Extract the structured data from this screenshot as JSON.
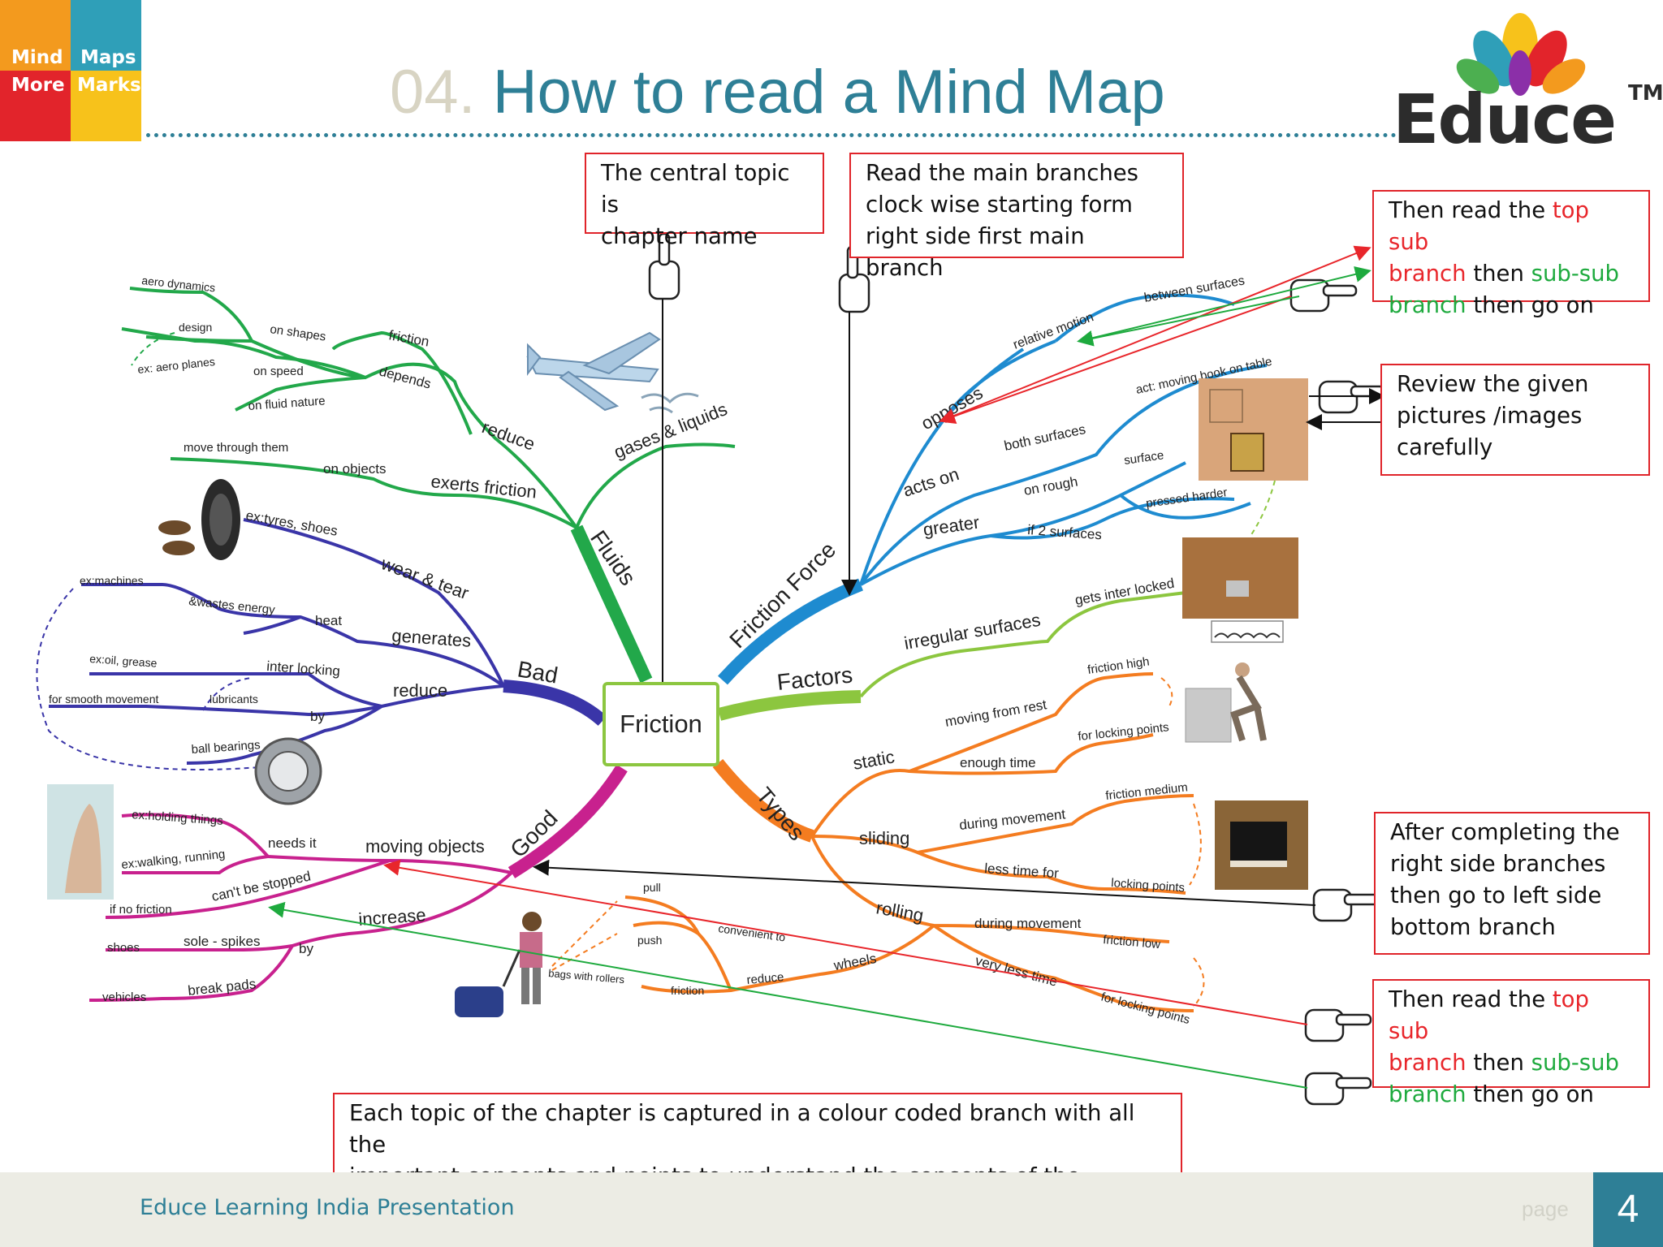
{
  "logo": {
    "cells": [
      "Mind",
      "Maps",
      "More",
      "Marks"
    ],
    "colors": {
      "tl": "#f39a1e",
      "tr": "#2f9fb8",
      "bl": "#e2242b",
      "br": "#f7c21b"
    }
  },
  "title": {
    "number": "04.",
    "text": "How to read a Mind Map"
  },
  "brand": {
    "name": "Educe",
    "tm": "TM"
  },
  "central_topic": "Friction",
  "notes": {
    "central": [
      "The central topic is",
      "chapter name"
    ],
    "clockwise": [
      "Read the main branches",
      "clock wise starting form",
      "right side first main branch"
    ],
    "top_sub_1": {
      "a": "Then read the ",
      "b": "top sub",
      "c": "branch",
      "d": " then ",
      "e": "sub-sub",
      "f": "branch",
      "g": " then go on"
    },
    "review": [
      "Review the given",
      "pictures /images",
      "carefully"
    ],
    "after": [
      "After completing the",
      "right side branches",
      "then go to left side",
      "bottom branch"
    ],
    "top_sub_2": {
      "a": "Then read the ",
      "b": "top sub",
      "c": "branch",
      "d": " then ",
      "e": "sub-sub",
      "f": "branch",
      "g": " then go on"
    },
    "bottom": [
      "Each topic of the chapter is captured in a colour coded branch with all the",
      "important concepts and points to understand the concepts of the chapter"
    ]
  },
  "branches": {
    "friction_force": {
      "label": "Friction Force",
      "color": "#1e8bd0",
      "opposes": "opposes",
      "relative_motion": "relative motion",
      "between_surfaces": "between surfaces",
      "acts_on": "acts on",
      "both_surfaces": "both surfaces",
      "act_moving_book": "act: moving book on table",
      "greater": "greater",
      "on_rough": "on rough",
      "surface": "surface",
      "if_2_surfaces": "if 2 surfaces",
      "pressed_harder": "pressed harder"
    },
    "factors": {
      "label": "Factors",
      "color": "#8cc63f",
      "irregular_surfaces": "irregular surfaces",
      "gets_inter_locked": "gets inter locked"
    },
    "types": {
      "label": "Types",
      "color": "#f47c20",
      "static": "static",
      "moving_from_rest": "moving from rest",
      "friction_high": "friction high",
      "enough_time": "enough time",
      "for_locking_points_1": "for locking points",
      "sliding": "sliding",
      "during_movement_1": "during movement",
      "friction_medium": "friction medium",
      "less_time_for": "less time for",
      "locking_points": "locking points",
      "rolling": "rolling",
      "during_movement_2": "during movement",
      "friction_low": "friction low",
      "very_less_time": "very less time",
      "for_locking_points_2": "for locking points",
      "wheels": "wheels",
      "reduce": "reduce",
      "friction": "friction",
      "convenient_to": "convenient to",
      "push": "push",
      "pull": "pull",
      "bags_with_rollers": "bags with rollers"
    },
    "good": {
      "label": "Good",
      "color": "#c8218e",
      "moving_objects": "moving objects",
      "needs_it": "needs it",
      "ex_holding": "ex:holding things",
      "ex_walking": "ex:walking, running",
      "cant_be_stopped": "can't be stopped",
      "if_no_friction": "if no friction",
      "increase": "increase",
      "by": "by",
      "sole_spikes": "sole - spikes",
      "shoes": "shoes",
      "break_pads": "break pads",
      "vehicles": "vehicles"
    },
    "bad": {
      "label": "Bad",
      "color": "#3a35a8",
      "wear_tear": "wear & tear",
      "ex_tyres": "ex:tyres, shoes",
      "generates": "generates",
      "heat": "heat",
      "wastes_energy": "&wastes energy",
      "ex_machines": "ex:machines",
      "reduce": "reduce",
      "inter_locking": "inter locking",
      "ex_oil": "ex:oil, grease",
      "lubricants": "lubricants",
      "for_smooth": "for smooth movement",
      "by": "by",
      "ball_bearings": "ball bearings"
    },
    "fluids": {
      "label": "Fluids",
      "color": "#22a84a",
      "gases_liquids": "gases & liquids",
      "exerts_friction": "exerts friction",
      "on_objects": "on objects",
      "move_through": "move through them",
      "reduce": "reduce",
      "depends": "depends",
      "friction": "friction",
      "on_shapes": "on shapes",
      "aero_dynamics": "aero dynamics",
      "design": "design",
      "ex_aero_planes": "ex: aero planes",
      "on_speed": "on speed",
      "on_fluid_nature": "on fluid nature"
    }
  },
  "footer": {
    "text": "Educe Learning India Presentation",
    "page_label": "page",
    "page_number": "4"
  }
}
